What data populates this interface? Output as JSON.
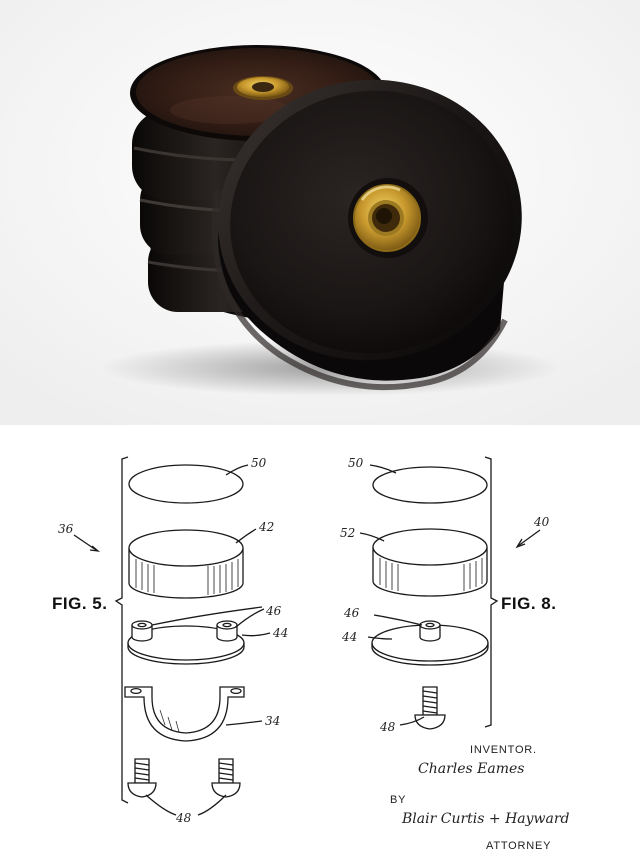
{
  "patent": {
    "figures": {
      "left": "FIG. 5.",
      "right": "FIG. 8."
    },
    "ref_numbers": {
      "left_assembly": "36",
      "right_assembly": "40",
      "cap_left": "50",
      "cap_right": "50",
      "disc_left": "42",
      "disc_right": "52",
      "bushings_left": "46",
      "bushing_right": "46",
      "plate_left": "44",
      "plate_right": "44",
      "strap": "34",
      "screws_left": "48",
      "screw_right": "48"
    },
    "inventor_caption": "INVENTOR.",
    "inventor_signature": "Charles Eames",
    "by_caption": "BY",
    "attorney_signature": "Blair Curtis + Hayward",
    "attorney_caption": "ATTORNEY"
  }
}
